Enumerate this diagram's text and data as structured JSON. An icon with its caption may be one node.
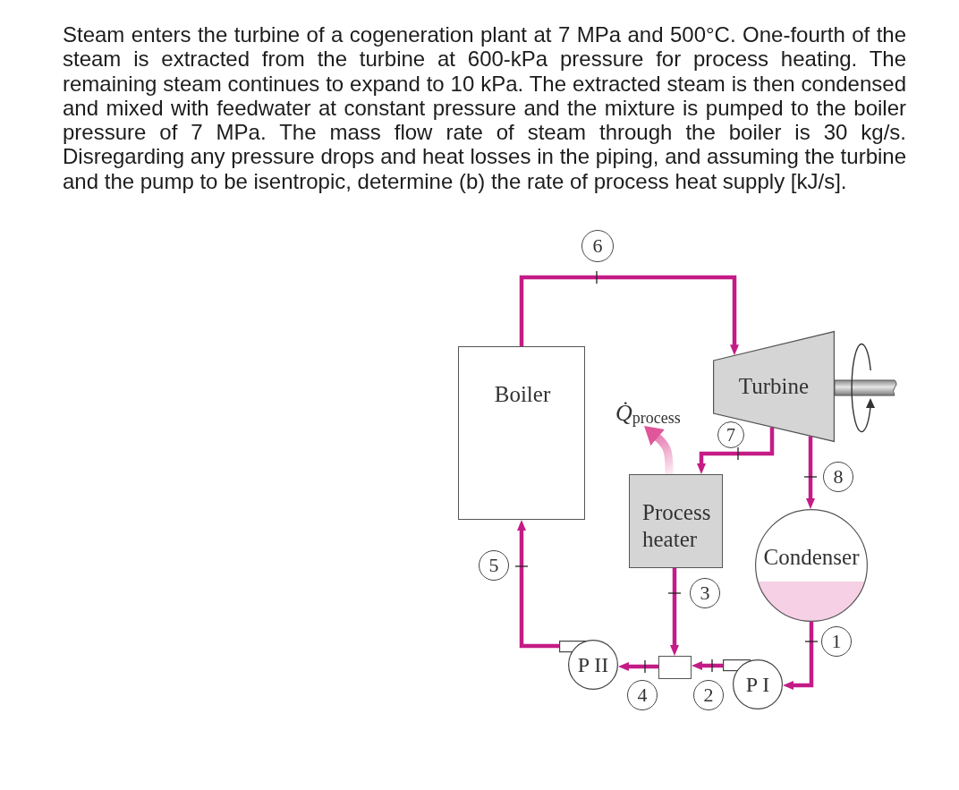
{
  "diagram": {
    "nodes": [
      {
        "text": [
          "Boiler"
        ]
      },
      {
        "text": [
          "Turbine"
        ]
      },
      {
        "text": [
          "*Q̇*$_{process}$"
        ]
      },
      {
        "text": [
          "Process heater"
        ]
      },
      {
        "text": [
          "Condenser"
        ]
      },
      {
        "text": [],
        "shape": "box"
      },
      {
        "text": [
          "P II"
        ]
      },
      {
        "text": [
          "P I"
        ]
      }
    ],
    "edges": [
      {
        "from": 0,
        "to": 1,
        "arrow": "to"
      },
      {
        "from": 1,
        "to": 3,
        "arrow": "to"
      },
      {
        "from": 1,
        "to": 4,
        "arrow": "to"
      },
      {
        "from": 3,
        "to": 2,
        "arrow": "to",
        "style": "thick",
        "color": "#e0569b"
      },
      {
        "from": 3,
        "to": 5,
        "arrow": "to"
      },
      {
        "from": 4,
        "to": 7,
        "arrow": "to"
      },
      {
        "from": 7,
        "to": 5,
        "arrow": "to"
      },
      {
        "from": 5,
        "to": 6,
        "arrow": "to"
      },
      {
        "from": 6,
        "to": 0,
        "arrow": "to"
      }
    ],
    "labels": [
      "Steam enters the turbine of a cogeneration plant at 7 MPa and 500°C. One-fourth of the steam is extracted from the turbine at 600-kPa pressure for process heating. The remaining steam continues to expand to 10 kPa. The extracted steam is then condensed and mixed with feedwater at constant pressure and the mixture is pumped to the boiler pressure of 7 MPa. The mass flow rate of steam through the boiler is 30 kg/s. Disregarding any pressure drops and heat losses in the piping, and assuming the turbine and the pump to be isentropic, determine (b) the rate of process heat supply [kJ/s].",
      "6",
      "7",
      "8",
      "5",
      "3",
      "1",
      "4",
      "2"
    ]
  }
}
